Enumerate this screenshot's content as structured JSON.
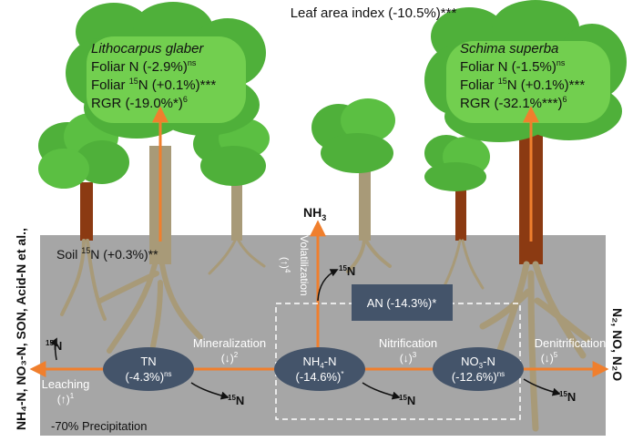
{
  "title": "Leaf area index (-10.5%)***",
  "species": [
    {
      "name": "Lithocarpus glaber",
      "foliar_n": "Foliar N (-2.9%)",
      "foliar_n_sig": "ns",
      "foliar_15n_pre": "Foliar ",
      "foliar_15n_mid": "N (+0.1%)***",
      "rgr": "RGR (-19.0%*)",
      "rgr_sup": "6"
    },
    {
      "name": "Schima superba",
      "foliar_n": "Foliar N (-1.5%)",
      "foliar_n_sig": "ns",
      "foliar_15n_pre": "Foliar ",
      "foliar_15n_mid": "N (+0.1%)***",
      "rgr": "RGR (-32.1%***)",
      "rgr_sup": "6"
    }
  ],
  "iso": "15",
  "soil_label": {
    "pre": "Soil ",
    "post": "N (+0.3%)**"
  },
  "nh3": {
    "base": "NH",
    "sub": "3"
  },
  "volatilization": "Volatilization",
  "volatilization_dir": "(↑)",
  "volatilization_sup": "4",
  "an_box": "AN (-14.3%)*",
  "pools": [
    {
      "name": "TN",
      "value": "(-4.3%)",
      "sig": "ns"
    },
    {
      "name_base": "NH",
      "name_sub": "4",
      "name_post": "-N",
      "value": "(-14.6%)",
      "sig": "*"
    },
    {
      "name_base": "NO",
      "name_sub": "3",
      "name_post": "-N",
      "value": "(-12.6%)",
      "sig": "ns"
    }
  ],
  "processes": {
    "mineralization": "Mineralization",
    "mineralization_dir": "(↓)",
    "mineralization_sup": "2",
    "nitrification": "Nitrification",
    "nitrification_dir": "(↓)",
    "nitrification_sup": "3",
    "denitrification": "Denitrification",
    "denitrification_dir": "(↓)",
    "denitrification_sup": "5",
    "leaching": "Leaching",
    "leaching_dir": "(↑)",
    "leaching_sup": "1"
  },
  "n15_label": "N",
  "leaching_products": "NH₄-N, NO₃-N, SON, Acid-N et al.,",
  "gas_products": "N₂, NO, N₂O",
  "precipitation": "-70% Precipitation",
  "colors": {
    "soil": "#a6a6a6",
    "canopy": "#4fb03a",
    "canopy_light": "#72cf4f",
    "trunk_brown": "#8b3a12",
    "trunk_tan": "#a89a78",
    "arrow": "#f07f2d",
    "pool": "#44546a"
  }
}
